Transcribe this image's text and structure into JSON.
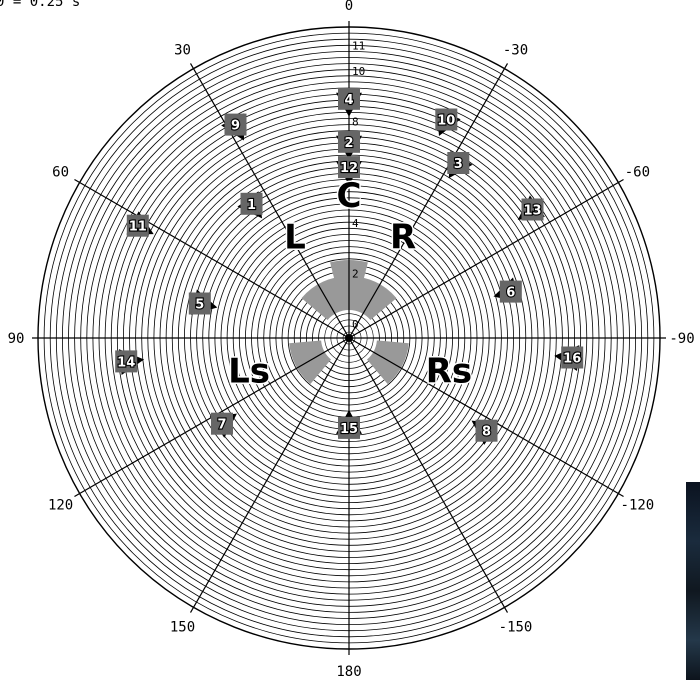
{
  "caption": "0 = 0.25 s",
  "angle_labels": [
    {
      "angle": 0,
      "text": "0"
    },
    {
      "angle": 30,
      "text": "30"
    },
    {
      "angle": -30,
      "text": "-30"
    },
    {
      "angle": 60,
      "text": "60"
    },
    {
      "angle": -60,
      "text": "-60"
    },
    {
      "angle": 90,
      "text": "90"
    },
    {
      "angle": -90,
      "text": "-90"
    },
    {
      "angle": 120,
      "text": "120"
    },
    {
      "angle": -120,
      "text": "-120"
    },
    {
      "angle": 150,
      "text": "150"
    },
    {
      "angle": -150,
      "text": "-150"
    },
    {
      "angle": 180,
      "text": "180"
    }
  ],
  "radial_labels": [
    "11",
    "10",
    "8",
    "6",
    "4",
    "2",
    "0"
  ],
  "channels": [
    {
      "label": "C",
      "angle": 0
    },
    {
      "label": "L",
      "angle": 30
    },
    {
      "label": "R",
      "angle": -30
    },
    {
      "label": "Ls",
      "angle": 110
    },
    {
      "label": "Rs",
      "angle": -110
    }
  ],
  "speakers": [
    {
      "id": "1",
      "angle": 36,
      "level": 6.0
    },
    {
      "id": "2",
      "angle": 0,
      "level": 7.2
    },
    {
      "id": "3",
      "angle": -32,
      "level": 7.6
    },
    {
      "id": "4",
      "angle": 0,
      "level": 8.9
    },
    {
      "id": "5",
      "angle": 77,
      "level": 5.5
    },
    {
      "id": "6",
      "angle": -74,
      "level": 6.1
    },
    {
      "id": "7",
      "angle": 124,
      "level": 5.5
    },
    {
      "id": "8",
      "angle": -124,
      "level": 6.0
    },
    {
      "id": "9",
      "angle": 28,
      "level": 9.0
    },
    {
      "id": "10",
      "angle": -24,
      "level": 8.9
    },
    {
      "id": "11",
      "angle": 62,
      "level": 8.9
    },
    {
      "id": "12",
      "angle": 0,
      "level": 6.2
    },
    {
      "id": "13",
      "angle": -55,
      "level": 8.3
    },
    {
      "id": "14",
      "angle": 96,
      "level": 8.3
    },
    {
      "id": "15",
      "angle": 180,
      "level": 3.0
    },
    {
      "id": "16",
      "angle": -95,
      "level": 8.3
    }
  ],
  "colors": {
    "rings": "#000000",
    "speaker": "#666666",
    "channel_fill_center": "#999999",
    "channel_fill_side": "#999999"
  }
}
